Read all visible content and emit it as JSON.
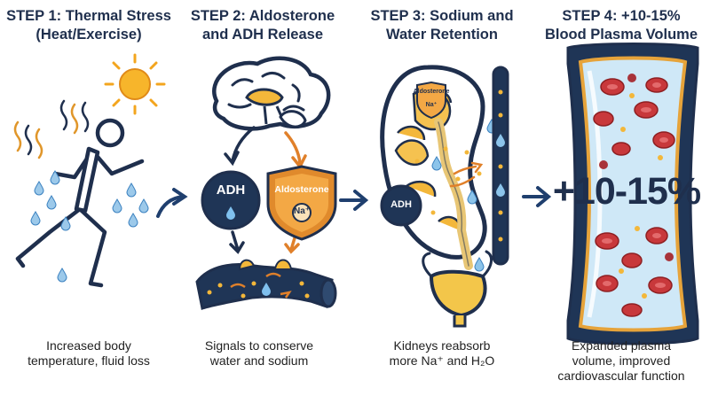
{
  "steps": [
    {
      "title_line1": "STEP 1: Thermal Stress",
      "title_line2": "(Heat/Exercise)",
      "caption_line1": "Increased body",
      "caption_line2": "temperature, fluid loss",
      "caption_line3": ""
    },
    {
      "title_line1": "STEP 2: Aldosterone",
      "title_line2": "and ADH Release",
      "caption_line1": "Signals to conserve",
      "caption_line2": "water and sodium",
      "caption_line3": ""
    },
    {
      "title_line1": "STEP 3: Sodium and",
      "title_line2": "Water Retention",
      "caption_line1": "Kidneys reabsorb",
      "caption_line2": "more Na⁺ and H₂O",
      "caption_line3": ""
    },
    {
      "title_line1": "STEP 4: +10-15%",
      "title_line2": "Blood Plasma Volume",
      "caption_line1": "Expanded plasma",
      "caption_line2": "volume, improved",
      "caption_line3": "cardiovascular function"
    }
  ],
  "labels": {
    "adh": "ADH",
    "aldosterone": "Aldosterone",
    "na": "Na⁺",
    "kidney_aldosterone": "Aldosterone",
    "kidney_na": "Na⁺",
    "kidney_adh": "ADH",
    "plasma_increase": "+10-15%"
  },
  "colors": {
    "navy": "#1f2f4d",
    "orange": "#e08a2c",
    "yellow": "#f3b73a",
    "cream": "#fbe7b5",
    "red": "#c8383b",
    "blue": "#5aa6dc",
    "light_blue": "#cfe8f7"
  }
}
